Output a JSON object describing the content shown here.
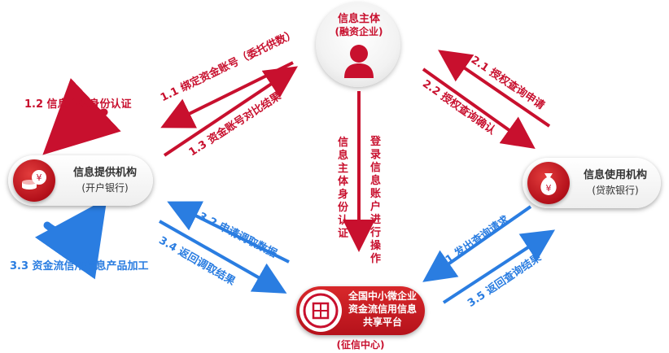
{
  "subject": {
    "title": "信息主体",
    "subtitle": "(融资企业)"
  },
  "provider": {
    "title": "信息提供机构",
    "subtitle": "(开户银行)"
  },
  "user": {
    "title": "信息使用机构",
    "subtitle": "(贷款银行)"
  },
  "platform": {
    "line1": "全国中小微企业",
    "line2": "资金流信用信息",
    "line3": "共享平台",
    "caption": "(征信中心)"
  },
  "steps": {
    "s1_1": "1.1 绑定资金账号（委托供数）",
    "s1_2": "1.2 信息主体身份认证",
    "s1_3": "1.3 资金账号对比结果",
    "s2_1": "2.1 授权查询申请",
    "s2_2": "2.2 授权查询确认",
    "s3_1": "3.1 发出查询请求",
    "s3_2": "3.2 申请调取数据",
    "s3_3": "3.3 资金流信用信息产品加工",
    "s3_4": "3.4 返回调取结果",
    "s3_5": "3.5 返回查询结果"
  },
  "vertical": {
    "left": "信息主体身份认证",
    "right": "登录信息账户进行操作"
  },
  "colors": {
    "red": "#c8102e",
    "blue": "#2a7de1"
  },
  "icons": {
    "subject": "person-icon",
    "provider": "coins-icon",
    "user": "money-bag-icon",
    "platform": "logo-icon"
  }
}
